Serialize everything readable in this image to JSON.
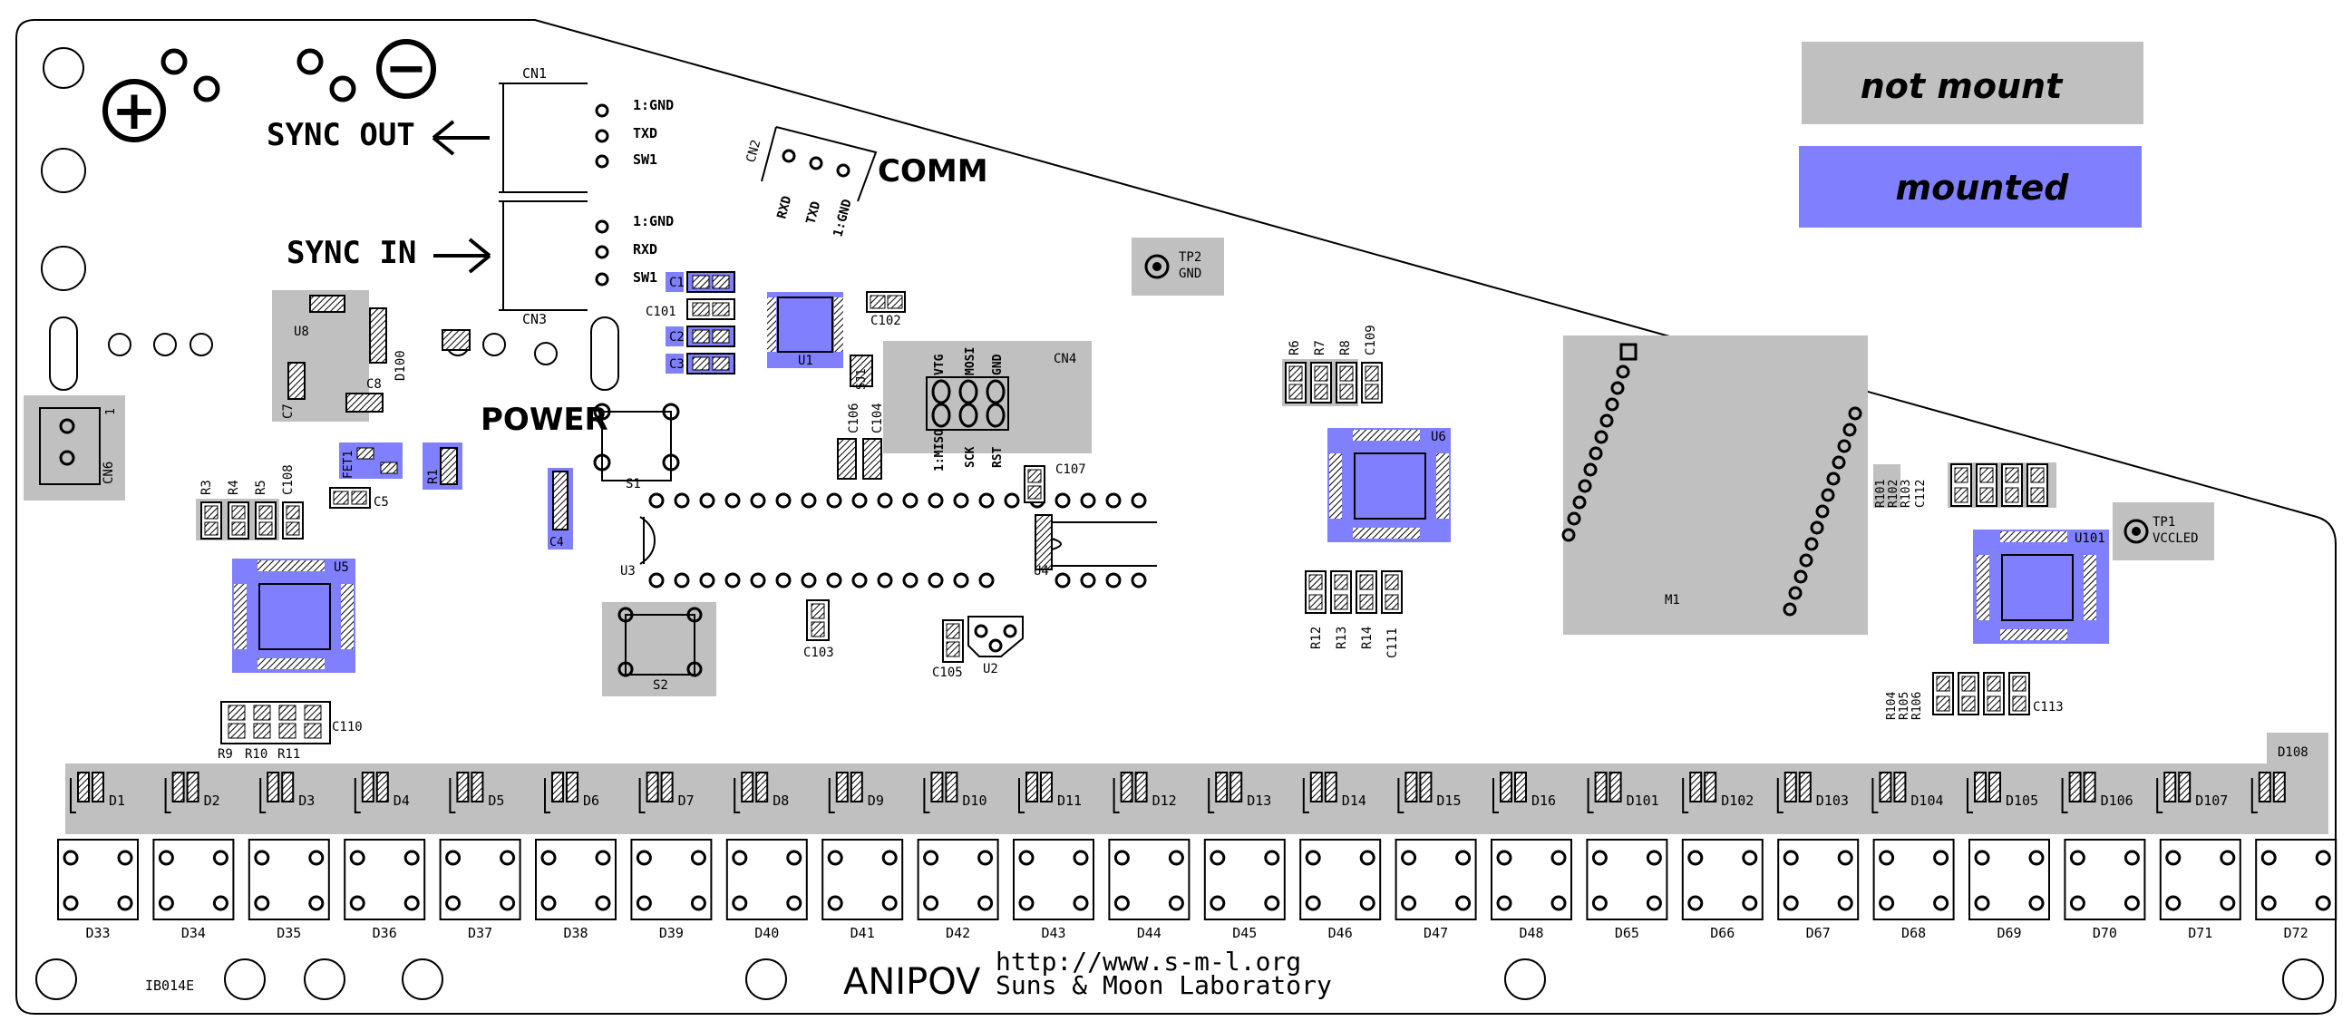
{
  "legend": {
    "not_mount": "not mount",
    "mounted": "mounted",
    "not_mount_color": "#c0c0c0",
    "mounted_color": "#8080ff"
  },
  "headers": {
    "sync_out": "SYNC OUT",
    "sync_in": "SYNC IN",
    "comm": "COMM",
    "power": "POWER",
    "plus_symbol": "+",
    "minus_symbol": "−",
    "cn1": "CN1",
    "cn3": "CN3",
    "cn2": "CN2",
    "cn4": "CN4",
    "cn6": "CN6"
  },
  "pin_labels": {
    "cn1": [
      "1:GND",
      "TXD",
      "SW1"
    ],
    "cn3": [
      "1:GND",
      "RXD",
      "SW1"
    ],
    "cn2": [
      "RXD",
      "TXD",
      "1:GND"
    ],
    "cn4_top": [
      "VTG",
      "MOSI",
      "GND"
    ],
    "cn4_bottom": [
      "1:MISO",
      "SCK",
      "RST"
    ],
    "pin1": "1"
  },
  "test_points": {
    "tp2": [
      "TP2",
      "GND"
    ],
    "tp1": [
      "TP1",
      "VCCLED"
    ]
  },
  "parts": {
    "U1": "U1",
    "U2": "U2",
    "U3": "U3",
    "U4": "U4",
    "U5": "U5",
    "U6": "U6",
    "U8": "U8",
    "U101": "U101",
    "S1": "S1",
    "S2": "S2",
    "M1": "M1",
    "FET1": "FET1",
    "C1": "C1",
    "C2": "C2",
    "C3": "C3",
    "C4": "C4",
    "C5": "C5",
    "C7": "C7",
    "C8": "C8",
    "C101": "C101",
    "C102": "C102",
    "C103": "C103",
    "C104": "C104",
    "C105": "C105",
    "C106": "C106",
    "C107": "C107",
    "C108": "C108",
    "C109": "C109",
    "C110": "C110",
    "C111": "C111",
    "C112": "C112",
    "C113": "C113",
    "R1": "R1",
    "SJ1": "SJ1",
    "D100": "D100",
    "D108": "D108",
    "R3": "R3",
    "R4": "R4",
    "R5": "R5",
    "R6": "R6",
    "R7": "R7",
    "R8": "R8",
    "R9": "R9",
    "R10": "R10",
    "R11": "R11",
    "R12": "R12",
    "R13": "R13",
    "R14": "R14",
    "R101": "R101",
    "R102": "R102",
    "R103": "R103",
    "R104": "R104",
    "R105": "R105",
    "R106": "R106"
  },
  "led_row_labels": [
    "D1",
    "D2",
    "D3",
    "D4",
    "D5",
    "D6",
    "D7",
    "D8",
    "D9",
    "D10",
    "D11",
    "D12",
    "D13",
    "D14",
    "D15",
    "D16",
    "D101",
    "D102",
    "D103",
    "D104",
    "D105",
    "D106",
    "D107"
  ],
  "switch_labels": [
    "D33",
    "D34",
    "D35",
    "D36",
    "D37",
    "D38",
    "D39",
    "D40",
    "D41",
    "D42",
    "D43",
    "D44",
    "D45",
    "D46",
    "D47",
    "D48",
    "D65",
    "D66",
    "D67",
    "D68",
    "D69",
    "D70",
    "D71",
    "D72"
  ],
  "footer": {
    "board_id": "IB014E",
    "product": "ANIPOV",
    "url": "http://www.s-m-l.org",
    "lab": "Suns & Moon Laboratory"
  }
}
